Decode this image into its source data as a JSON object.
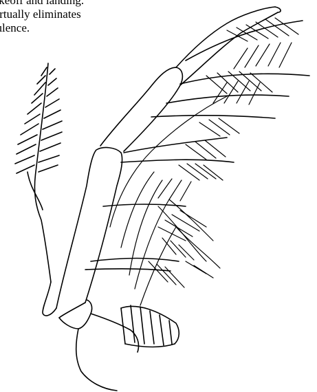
{
  "caption": {
    "lines": [
      "takeoff and landing.",
      "virtually eliminates",
      "bulence."
    ]
  }
}
